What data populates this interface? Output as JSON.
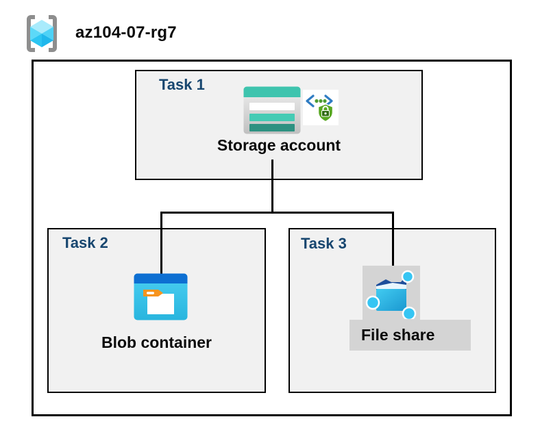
{
  "header": {
    "resource_group_name": "az104-07-rg7",
    "icon": "resource-group-icon"
  },
  "tasks": [
    {
      "id": "task1",
      "label": "Task 1",
      "resource": "Storage account",
      "icons": [
        "storage-account-icon",
        "secure-access-icon"
      ]
    },
    {
      "id": "task2",
      "label": "Task 2",
      "resource": "Blob container",
      "icons": [
        "blob-container-icon"
      ]
    },
    {
      "id": "task3",
      "label": "Task 3",
      "resource": "File share",
      "icons": [
        "file-share-icon"
      ]
    }
  ],
  "connections": [
    {
      "from": "task1",
      "to": "task2"
    },
    {
      "from": "task1",
      "to": "task3"
    }
  ],
  "colors": {
    "label_navy": "#17466F",
    "box_fill": "#F1F1F1",
    "border_black": "#000000",
    "icon_bg_gray": "#D4D4D4",
    "storage_teal": "#3EC4AE",
    "storage_teal_dark": "#2E9181",
    "blob_bar_blue": "#0D6FD2",
    "blob_body_cyan": "#35C8EE",
    "tag_orange": "#F7941E",
    "share_navy": "#1D4E9B",
    "share_node_cyan": "#35C5F3",
    "shield_green": "#58A722",
    "code_bracket_blue": "#2F7CC3",
    "cube_cyan_light": "#A9EBFC",
    "cube_cyan_dark": "#1FB7EC",
    "bracket_gray": "#8E8E8E"
  }
}
